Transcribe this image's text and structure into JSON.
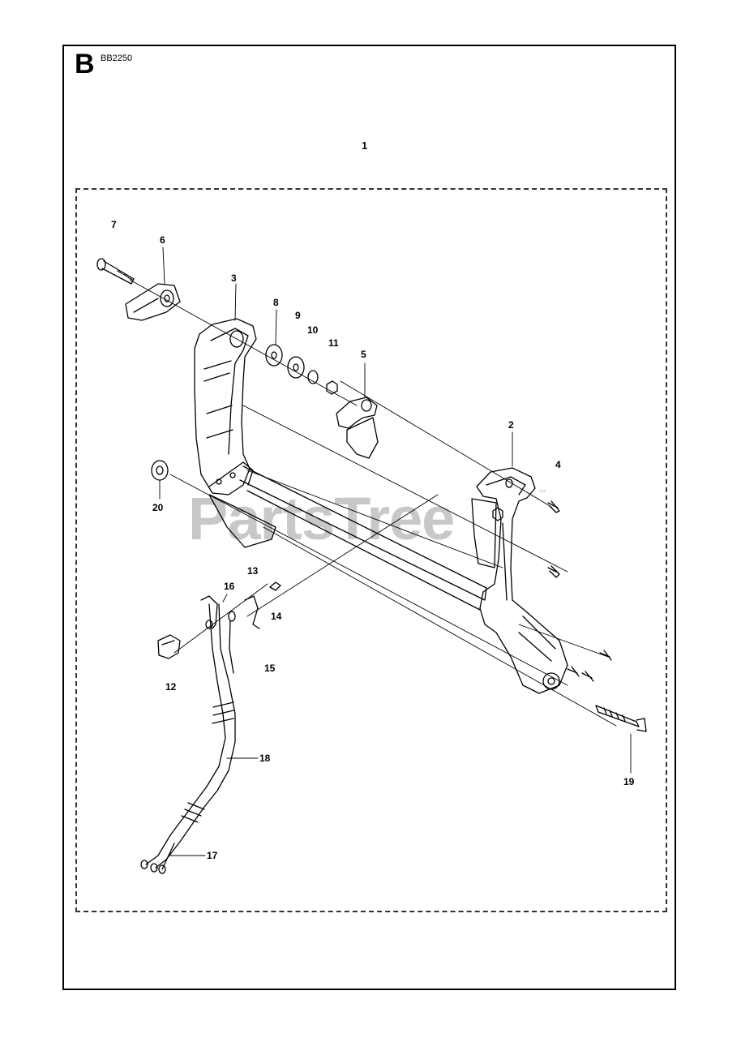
{
  "header": {
    "section_letter": "B",
    "diagram_code": "BB2250",
    "assembly_number": "1"
  },
  "watermark": {
    "text": "PartsTree",
    "trademark": "™"
  },
  "callouts": [
    "2",
    "3",
    "4",
    "5",
    "6",
    "7",
    "8",
    "9",
    "10",
    "11",
    "12",
    "13",
    "14",
    "15",
    "16",
    "17",
    "18",
    "19",
    "20"
  ]
}
